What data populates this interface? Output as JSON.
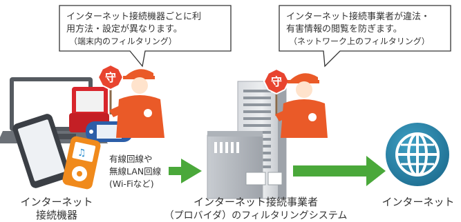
{
  "bubble_left": {
    "line1": "インターネット接続機器ごとに利",
    "line2": "用方法・設定が異なります。",
    "line3": "（端末内のフィルタリング）"
  },
  "bubble_right": {
    "line1": "インターネット接続事業者が違法・",
    "line2": "有害情報の閲覧を防ぎます。",
    "line3": "（ネットワーク上のフィルタリング）"
  },
  "guard_sign_char": "守",
  "arrow_label": {
    "line1": "有線回線や",
    "line2": "無線LAN回線",
    "line3": "(Wi-Fiなど)"
  },
  "devices_label": {
    "line1": "インターネット",
    "line2": "接続機器"
  },
  "isp_label": {
    "line1": "インターネット接続事業者",
    "line2": "（プロバイダ）のフィルタリングシステム"
  },
  "internet_label": "インターネット",
  "colors": {
    "guard": "#ea5a28",
    "sign": "#e8442f",
    "arrow": "#4aa83a",
    "building_gray": "#b9bdc3",
    "globe": "#2b84a8"
  }
}
